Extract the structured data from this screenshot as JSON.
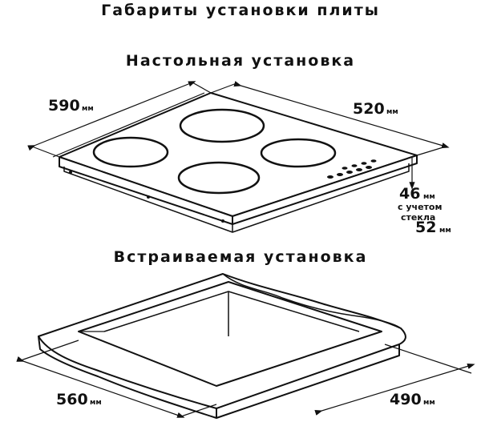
{
  "titles": {
    "main": "Габариты установки плиты",
    "tabletop": "Настольная установка",
    "built_in": "Встраиваемая установка"
  },
  "tabletop": {
    "width": {
      "value": "590",
      "unit": "мм"
    },
    "depth": {
      "value": "520",
      "unit": "мм"
    },
    "height": {
      "value": "46",
      "unit": "мм"
    },
    "glass_note_line1": "с учетом",
    "glass_note_line2": "стекла",
    "height_with_glass": {
      "value": "52",
      "unit": "мм"
    }
  },
  "built_in": {
    "width": {
      "value": "560",
      "unit": "мм"
    },
    "depth": {
      "value": "490",
      "unit": "мм"
    }
  }
}
